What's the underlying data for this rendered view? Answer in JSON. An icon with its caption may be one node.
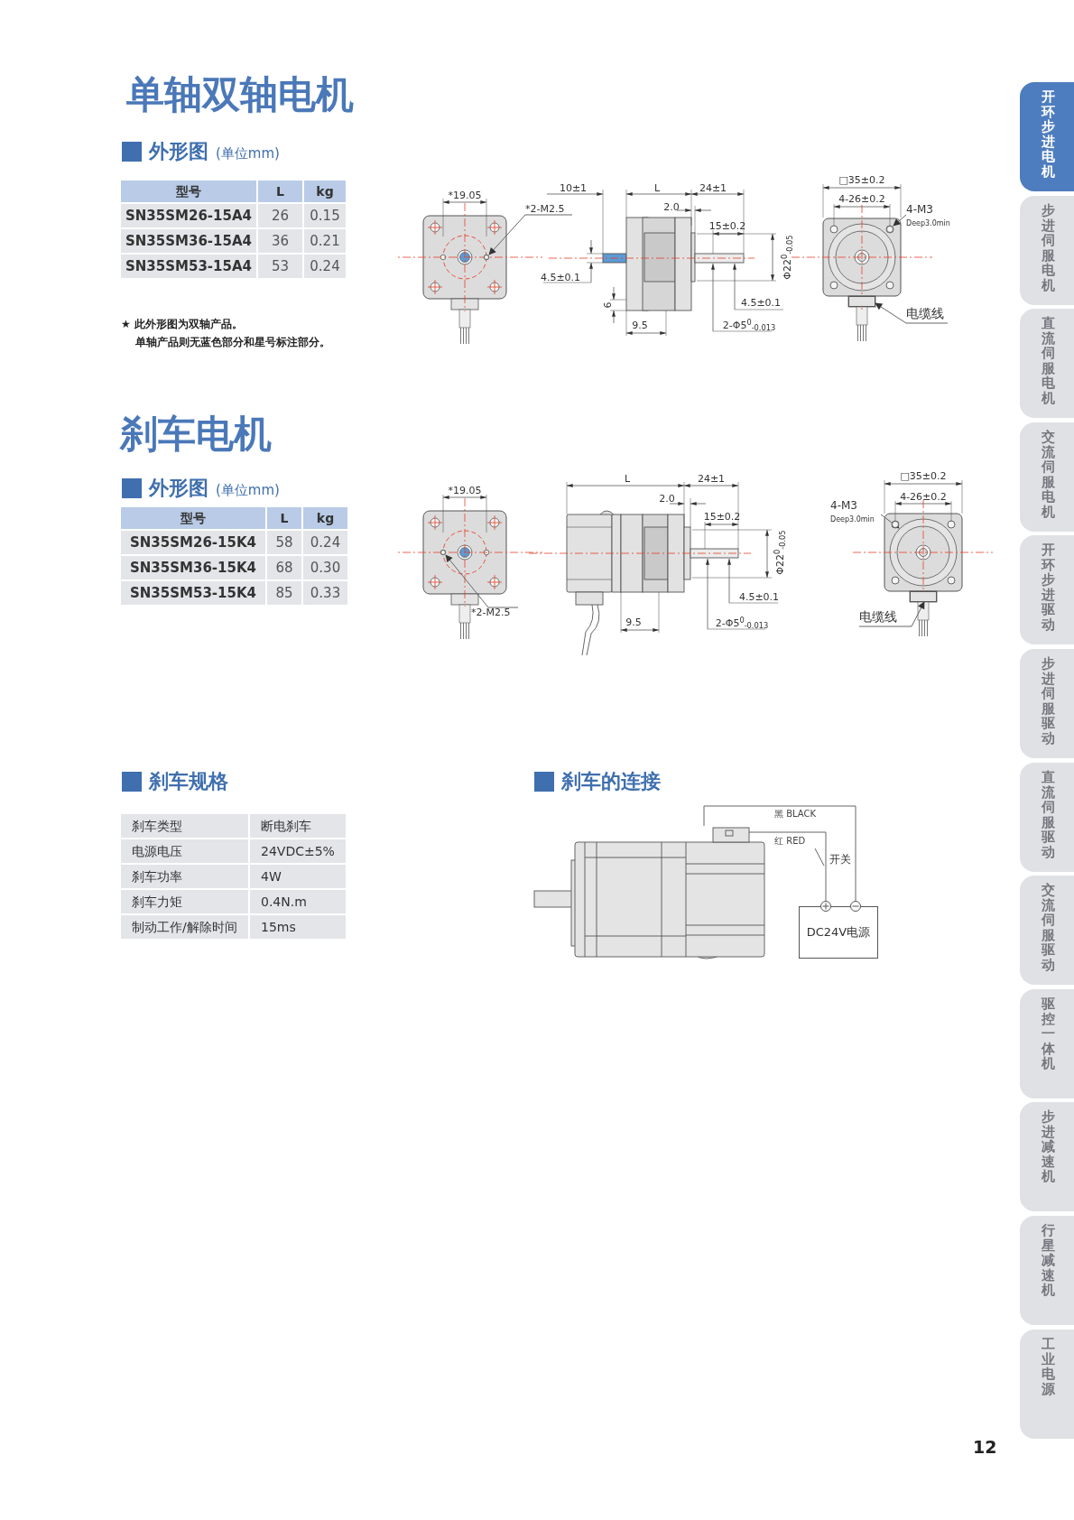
{
  "diagram": {
    "title": "单轴双轴电机",
    "nodes": [
      {
        "text": [
          "*2-M2.5"
        ]
      },
      {
        "text": [
          "4-M3",
          "Deep3.0min"
        ]
      },
      {
        "text": [
          "电缆线"
        ]
      },
      {
        "text": [
          "*2-M2.5"
        ]
      },
      {
        "text": [
          "4-M3",
          "Deep3.0min"
        ]
      },
      {
        "text": [
          "电缆线"
        ]
      },
      {
        "text": [],
        "shape": "picture"
      },
      {
        "text": [
          "DC24V电源"
        ]
      },
      {
        "text": [
          "开环步进电机"
        ]
      },
      {
        "text": [
          "步进伺服电机"
        ]
      },
      {
        "text": [
          "直流伺服电机"
        ]
      },
      {
        "text": [
          "交流伺服电机"
        ]
      },
      {
        "text": [
          "开环步进驱动"
        ]
      },
      {
        "text": [
          "步进伺服驱动"
        ]
      },
      {
        "text": [
          "直流伺服驱动"
        ]
      },
      {
        "text": [
          "交流伺服驱动"
        ]
      },
      {
        "text": [
          "驱控一体机"
        ]
      },
      {
        "text": [
          "步进减速机"
        ]
      },
      {
        "text": [
          "行星减速机"
        ]
      },
      {
        "text": [
          "工业电源"
        ]
      },
      {
        "text": [],
        "shape": "circle"
      },
      {
        "text": [],
        "shape": "circle"
      },
      {
        "text": [],
        "shape": "box"
      },
      {
        "text": [],
        "shape": "circle"
      },
      {
        "text": [],
        "shape": "circle"
      },
      {
        "text": [],
        "shape": "box"
      }
    ],
    "edges": [
      {
        "from": 0,
        "to": 20,
        "arrow": "to"
      },
      {
        "from": 1,
        "to": 21,
        "arrow": "to"
      },
      {
        "from": 2,
        "to": 22,
        "arrow": "to"
      },
      {
        "from": 3,
        "to": 23,
        "arrow": "to"
      },
      {
        "from": 4,
        "to": 24,
        "arrow": "to"
      },
      {
        "from": 5,
        "to": 25,
        "arrow": "to"
      },
      {
        "from": 6,
        "to": 7,
        "arrow": "none",
        "label": "黑 BLACK"
      },
      {
        "from": 6,
        "to": 7,
        "arrow": "none",
        "label": "红 RED"
      }
    ],
    "labels": [
      "外形图",
      "(单位mm)",
      "型号",
      "L",
      "kg",
      "SN35SM26-15A4",
      "26",
      "0.15",
      "SN35SM36-15A4",
      "36",
      "0.21",
      "SN35SM53-15A4",
      "53",
      "0.24",
      "★ 此外形图为双轴产品。",
      "单轴产品则无蓝色部分和星号标注部分。",
      "*19.05",
      "10±1",
      "L",
      "24±1",
      "2.0",
      "15±0.2",
      "Φ22$^{0}$$_{-0.05}$",
      "4.5±0.1",
      "6",
      "9.5",
      "4.5±0.1",
      "2-Φ5$^{0}$$_{-0.013}$",
      "□35±0.2",
      "4-26±0.2",
      "刹车电机",
      "外形图",
      "(单位mm)",
      "型号",
      "L",
      "kg",
      "SN35SM26-15K4",
      "58",
      "0.24",
      "SN35SM36-15K4",
      "68",
      "0.30",
      "SN35SM53-15K4",
      "85",
      "0.33",
      "*19.05",
      "L",
      "24±1",
      "2.0",
      "15±0.2",
      "Φ22$^{0}$$_{-0.05}$",
      "4.5±0.1",
      "9.5",
      "2-Φ5$^{0}$$_{-0.013}$",
      "□35±0.2",
      "4-26±0.2",
      "刹车规格",
      "刹车类型",
      "断电刹车",
      "电源电压",
      "24VDC±5%",
      "刹车功率",
      "4W",
      "刹车力矩",
      "0.4N.m",
      "制动工作/解除时间",
      "15ms",
      "刹车的连接",
      "开关",
      "12"
    ]
  }
}
